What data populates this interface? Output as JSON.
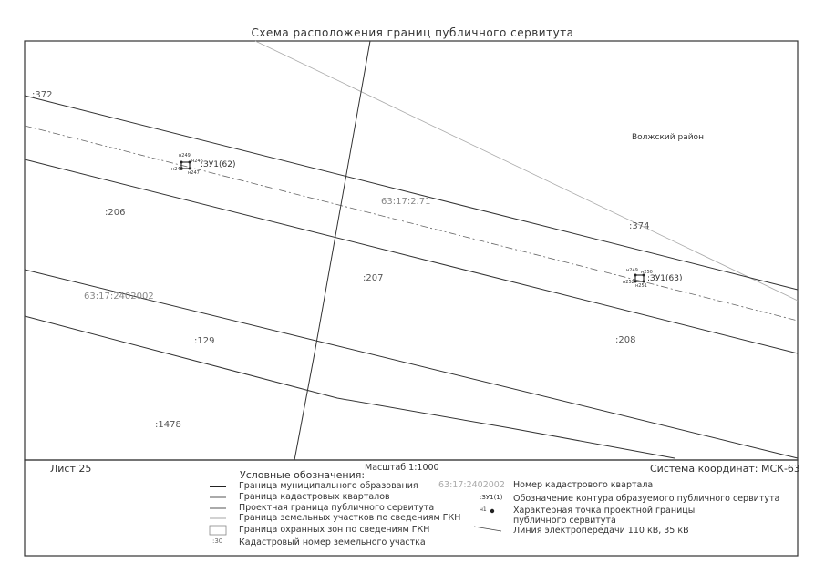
{
  "title": "Схема расположения границ публичного сервитута",
  "map_labels": {
    "district": "Волжский район",
    "quarter_main": "63:17:2.71",
    "quarter_side": "63:17:2402002",
    "parcel_372": ":372",
    "parcel_206": ":206",
    "parcel_207": ":207",
    "parcel_129": ":129",
    "parcel_1478": ":1478",
    "parcel_374": ":374",
    "parcel_208": ":208",
    "zone_62": ":ЗУ1(62)",
    "zone_63": ":ЗУ1(63)",
    "pt_62_a": "н249",
    "pt_62_b": "н246",
    "pt_62_c": "н247",
    "pt_62_d": "н248",
    "pt_63_a": "н249",
    "pt_63_b": "н250",
    "pt_63_c": "н251",
    "pt_63_d": "н252"
  },
  "footer": {
    "sheet": "Лист 25",
    "scale": "Масштаб 1:1000",
    "coord_system": "Система координат: МСК-63",
    "legend_title": "Условные обозначения:"
  },
  "legend_left": [
    {
      "label": "Граница муниципального образования"
    },
    {
      "label": "Граница кадастровых кварталов"
    },
    {
      "label": "Проектная граница публичного сервитута"
    },
    {
      "label": "Граница земельных участков по сведениям ГКН"
    },
    {
      "label": "Граница охранных зон по сведениям ГКН"
    },
    {
      "symbol": ":30",
      "label": "Кадастровый номер земельного участка"
    }
  ],
  "legend_right": [
    {
      "symbol": "63:17:2402002",
      "label": "Номер кадастрового квартала"
    },
    {
      "symbol": ":ЗУ1(1)",
      "label": "Обозначение контура образуемого публичного сервитута"
    },
    {
      "symbol": "н1",
      "label": "Характерная точка проектной границы"
    },
    {
      "label": "публичного сервитута"
    },
    {
      "label": "Линия электропередачи 110 кВ, 35 кВ"
    }
  ]
}
